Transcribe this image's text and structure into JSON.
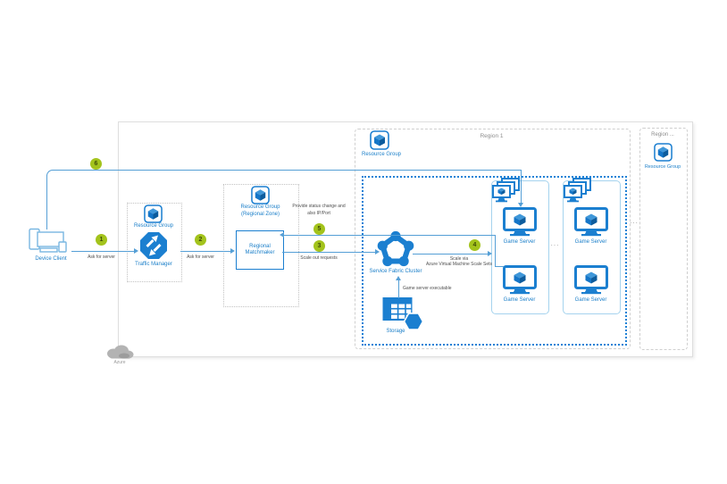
{
  "device_client": {
    "label": "Device Client"
  },
  "azure_cloud": {
    "label": "Azure"
  },
  "traffic_manager": {
    "group_label": "Resource Group",
    "label": "Traffic Manager"
  },
  "regional_zone": {
    "group_label": "Resource Group",
    "group_sublabel": "(Regional Zone)",
    "matchmaker_line1": "Regional",
    "matchmaker_line2": "Matchmaker"
  },
  "region1": {
    "label": "Region 1",
    "group_label": "Resource Group",
    "cluster_label": "Service Fabric Cluster",
    "storage_label": "Storage",
    "storage_arrow_label": "Game server executable",
    "groups_ellipsis": "...",
    "server_groups": [
      {
        "servers": [
          {
            "label": "Game Server"
          },
          {
            "label": "Game Server"
          }
        ]
      },
      {
        "servers": [
          {
            "label": "Game Server"
          },
          {
            "label": "Game Server"
          }
        ]
      }
    ]
  },
  "region_n": {
    "label": "Region ...",
    "group_label": "Resource Group"
  },
  "regions_ellipsis": "...",
  "steps": {
    "s1": {
      "num": "1",
      "label": "Ask for server"
    },
    "s2": {
      "num": "2",
      "label": "Ask for server"
    },
    "s3": {
      "num": "3",
      "label": "Scale out requests"
    },
    "s4": {
      "num": "4",
      "label1": "Scale via",
      "label2": "Azure Virtual Machine Scale Sets"
    },
    "s5": {
      "num": "5",
      "label1": "Provide status change and",
      "label2": "also IP/Port"
    },
    "s6": {
      "num": "6"
    }
  },
  "colors": {
    "azure_blue": "#1b7fd0",
    "line_blue": "#559fd6",
    "step_green": "#a3c31c",
    "label_blue": "#1b7fc9"
  }
}
